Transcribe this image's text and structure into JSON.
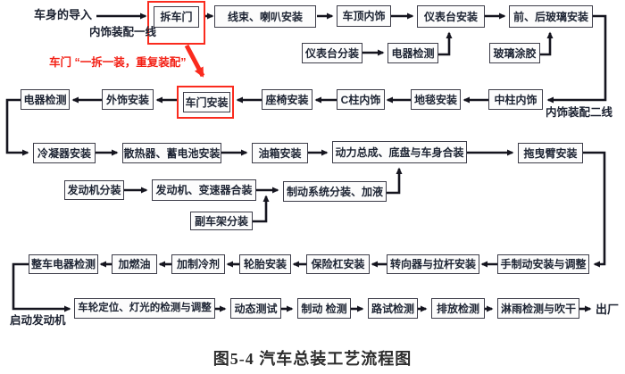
{
  "caption": "图5-4  汽车总装工艺流程图",
  "labels": {
    "start": "车身的导入",
    "line1": "内饰装配一线",
    "line2": "内饰装配二线",
    "door_note": "车门 “一拆一装，重复装配”",
    "engine_start": "启动发动机",
    "exit": "出厂"
  },
  "colors": {
    "highlight_red": "#fa2b1e",
    "note_red": "#f32015",
    "box_border": "#3d3d49",
    "arrow_black": "#15151f",
    "text_dark": "#1d2433"
  },
  "nodes": {
    "chai_chemen": "拆车门",
    "xianshu_laba": "线束、喇叭安装",
    "cheding_neishi": "车顶内饰",
    "yibiaotai_anzhuang": "仪表台安装",
    "qianhou_boli": "前、后玻璃安装",
    "yibiaotai_fenzhuang": "仪表台分装",
    "dianqi_jiance_1": "电器检测",
    "boli_tujiao": "玻璃涂胶",
    "dianqi_jiance_2": "电器检测",
    "waishi_anzhuang": "外饰安装",
    "chemen_anzhuang": "车门安装",
    "zuoyi_anzhuang": "座椅安装",
    "c_zhu_neishi": "C柱内饰",
    "ditan_anzhuang": "地毯安装",
    "zhongzhu_neishi": "中柱内饰",
    "lengningqi": "冷凝器安装",
    "sanreqi": "散热器、蓄电池安装",
    "youxiang": "油箱安装",
    "dongli_zongcheng": "动力总成、底盘与车身合装",
    "tuoyebi": "拖曳臂安装",
    "fadongji_fenzhuang": "发动机分装",
    "fadongji_hezhuang": "发动机、变速器合装",
    "zhidong_fenzhuang": "制动系统分装、加液",
    "fuchejia": "副车架分装",
    "zhengche_dianqi": "整车电器检测",
    "jia_ranyou": "加燃油",
    "jia_zhilengji": "加制冷剂",
    "luntai": "轮胎安装",
    "baoxiangang": "保险杠安装",
    "zhuanxiangqi": "转向器与拉杆安装",
    "shouzhidong": "手制动安装与调整",
    "chelun_dingwei": "车轮定位、灯光的检测与调整",
    "dongtai_ceshi": "动态测试",
    "zhidong_jiance": "制动 检测",
    "lushi_jiance": "路试检测",
    "paifang_jiance": "排放检测",
    "linyu_jiance": "淋雨检测与吹干"
  }
}
